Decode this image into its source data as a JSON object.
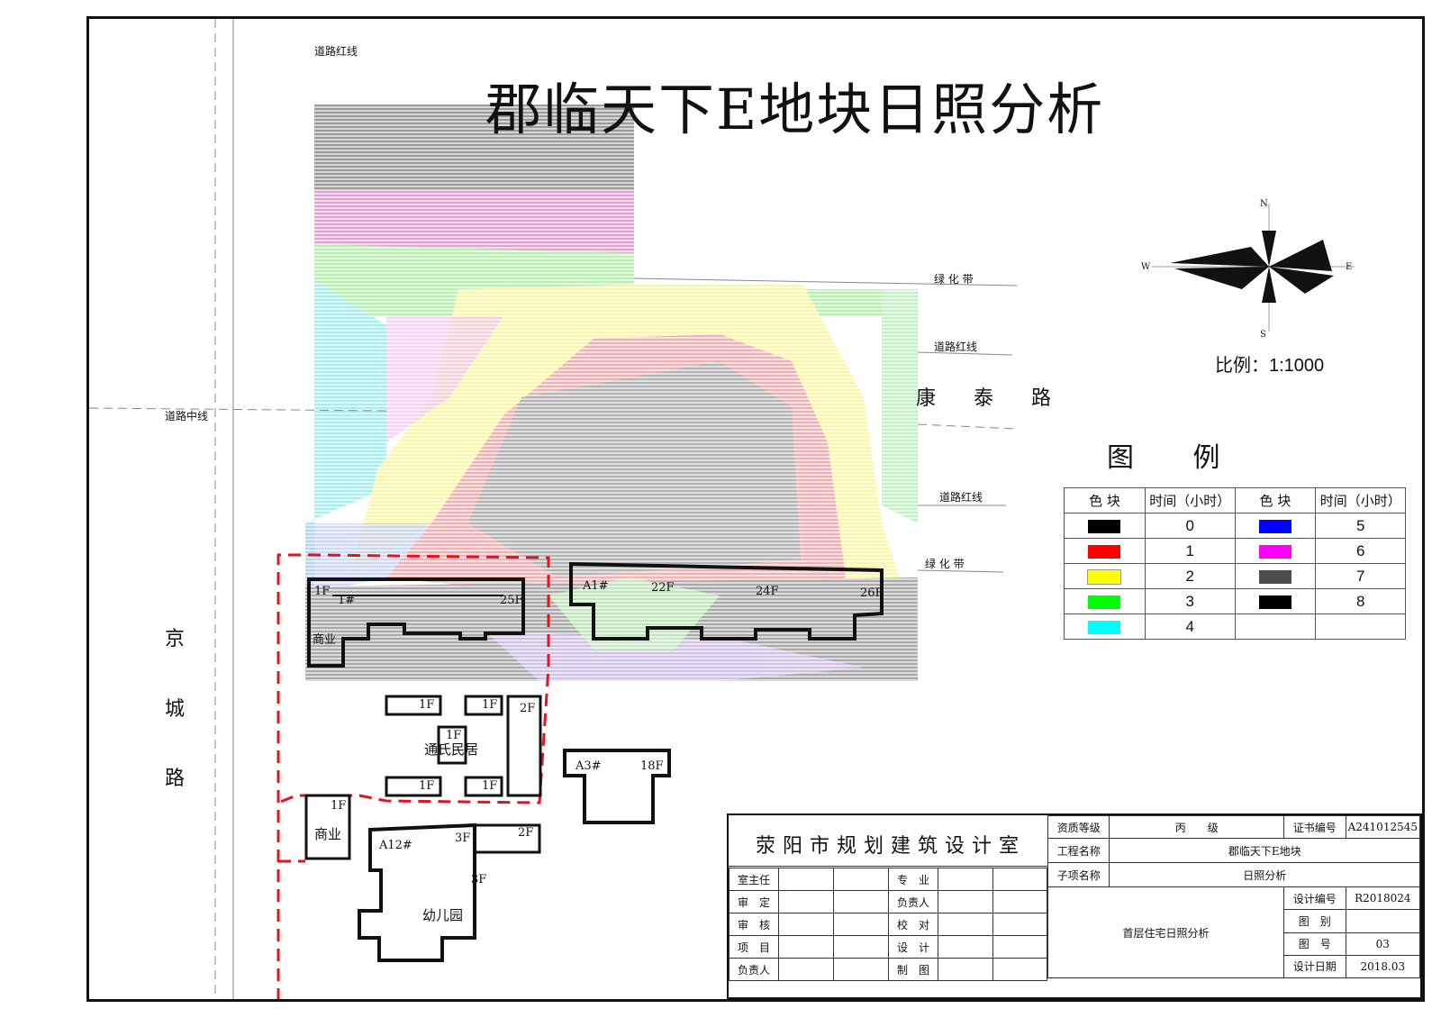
{
  "title": "郡临天下E地块日照分析",
  "scale": "比例：1:1000",
  "compass": {
    "n": "N",
    "s": "S",
    "e": "E",
    "w": "W"
  },
  "road_labels": {
    "red_line_top": "道路红线",
    "center_line": "道路中线",
    "green_belt_1": "绿 化 带",
    "red_line_2": "道路红线",
    "red_line_3": "道路红线",
    "green_belt_2": "绿 化 带"
  },
  "roads": {
    "kangtai": [
      "康",
      "泰",
      "路"
    ],
    "jingcheng": [
      "京",
      "城",
      "路"
    ]
  },
  "buildings": {
    "b1_floor": "1F",
    "b1_name": "1#",
    "b1_height": "25F",
    "b1_shop": "商业",
    "a1_name": "A1#",
    "a1_f1": "22F",
    "a1_f2": "24F",
    "a1_f3": "26F",
    "res_1f_a": "1F",
    "res_1f_b": "1F",
    "res_2f": "2F",
    "res_1f_c": "1F",
    "res_name": "通氏民居",
    "res_1f_d": "1F",
    "res_1f_e": "1F",
    "a3_name": "A3#",
    "a3_floor": "18F",
    "shop_floor": "1F",
    "shop_name": "商业",
    "a12_name": "A12#",
    "a12_3f_a": "3F",
    "a12_3f_b": "3F",
    "a12_2f": "2F",
    "kindergarten": "幼儿园"
  },
  "legend": {
    "title": "图  例",
    "headers": [
      "色 块",
      "时间（小时）",
      "色 块",
      "时间（小时）"
    ],
    "rows": [
      {
        "left_color": "#000000",
        "left_value": "0",
        "right_color": "#0000ff",
        "right_value": "5"
      },
      {
        "left_color": "#ff0000",
        "left_value": "1",
        "right_color": "#ff00ff",
        "right_value": "6"
      },
      {
        "left_color": "#ffff00",
        "left_value": "2",
        "right_color": "#4d4d4d",
        "right_value": "7"
      },
      {
        "left_color": "#00ff00",
        "left_value": "3",
        "right_color": "#000000",
        "right_value": "8"
      },
      {
        "left_color": "#00ffff",
        "left_value": "4",
        "right_color": "",
        "right_value": ""
      }
    ]
  },
  "title_block": {
    "office": "荥阳市规划建筑设计室",
    "qualification_label": "资质等级",
    "qualification": "丙　　级",
    "cert_label": "证书编号",
    "cert": "A241012545",
    "project_label": "工程名称",
    "project": "郡临天下E地块",
    "subitem_label": "子项名称",
    "subitem": "日照分析",
    "drawing_name": "首层住宅日照分析",
    "design_no_label": "设计编号",
    "design_no": "R2018024",
    "category_label": "图　别",
    "category": "",
    "sheet_label": "图　号",
    "sheet": "03",
    "date_label": "设计日期",
    "date": "2018.03",
    "roles_left": [
      "室主任",
      "审　定",
      "审　核",
      "项　目",
      "负责人"
    ],
    "roles_mid": [
      "专　业",
      "负责人",
      "校　对",
      "设　计",
      "制　图"
    ]
  }
}
